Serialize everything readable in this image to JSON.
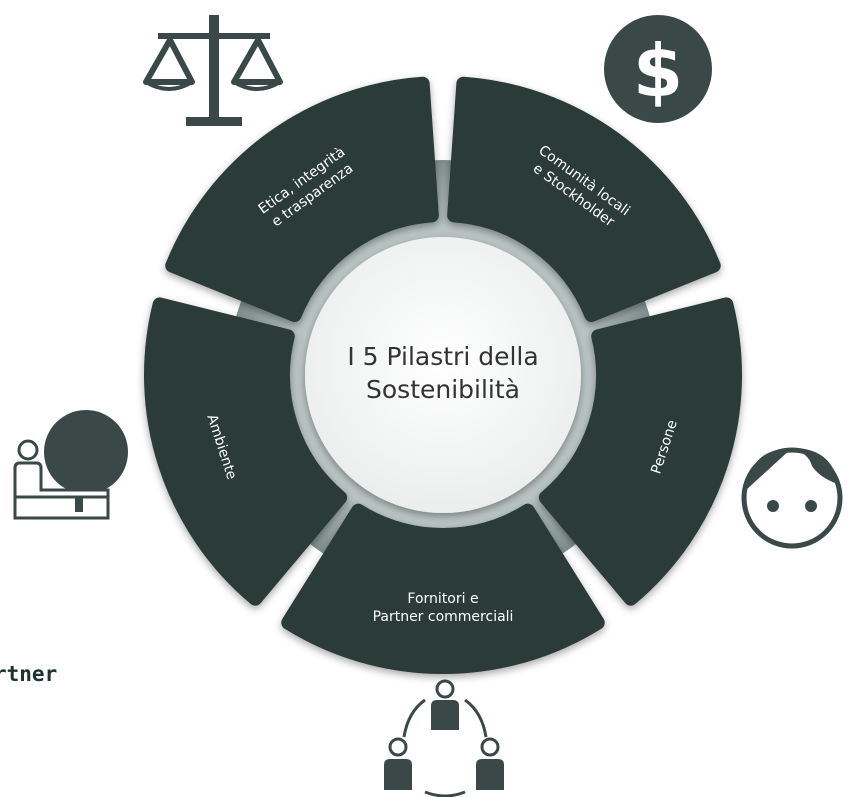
{
  "center": {
    "line1": "I 5 Pilastri della",
    "line2": "Sostenibilità"
  },
  "pillars": [
    {
      "lines": [
        "Etica, integrità",
        "e trasparenza"
      ],
      "icon": "scales-icon"
    },
    {
      "lines": [
        "Comunità locali",
        "e Stockholder"
      ],
      "icon": "dollar-icon"
    },
    {
      "lines": [
        "Persone"
      ],
      "icon": "face-icon"
    },
    {
      "lines": [
        "Fornitori e",
        "Partner commerciali"
      ],
      "icon": "network-people-icon"
    },
    {
      "lines": [
        "Ambiente"
      ],
      "icon": "person-tree-icon"
    }
  ],
  "side_text": "rtner",
  "colors": {
    "segment": "#2b3a39",
    "ring": "#8a9998",
    "icon": "#3a4947"
  }
}
